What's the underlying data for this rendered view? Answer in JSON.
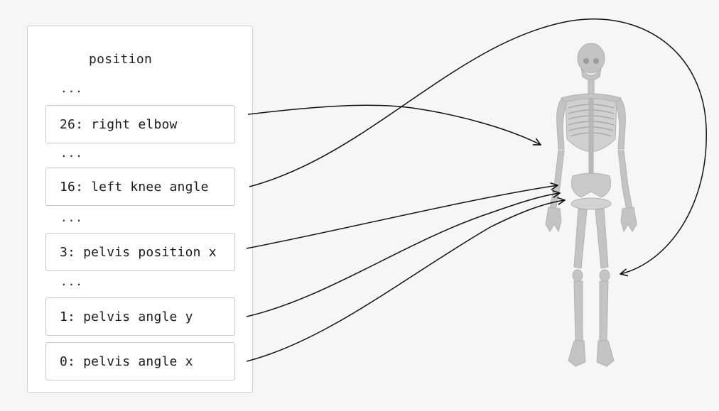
{
  "panel": {
    "title": "position",
    "ellipses": [
      "...",
      "...",
      "...",
      "..."
    ],
    "fields": [
      {
        "label": "26: right elbow"
      },
      {
        "label": "16: left knee angle"
      },
      {
        "label": "3: pelvis position x"
      },
      {
        "label": "1: pelvis angle y"
      },
      {
        "label": "0: pelvis angle x"
      }
    ]
  },
  "skeleton": {
    "icon": "human-skeleton-icon",
    "color": "#bdbdbd"
  },
  "arrows": {
    "color": "#111111"
  }
}
